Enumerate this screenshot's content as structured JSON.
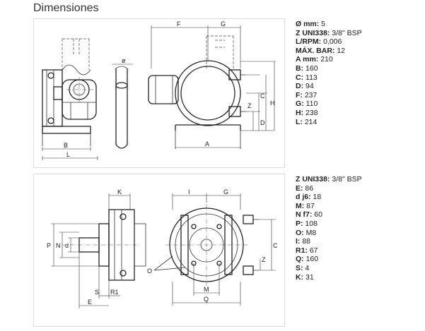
{
  "title": "Dimensiones",
  "panel1": {
    "labels": {
      "F": "F",
      "G": "G",
      "A": "A",
      "B": "B",
      "L": "L",
      "Z": "Z",
      "C": "C",
      "H": "H",
      "D": "D",
      "phi": "ø"
    },
    "specs": [
      {
        "key": "Ø mm:",
        "value": "5"
      },
      {
        "key": "Z UNI338:",
        "value": "3/8\" BSP"
      },
      {
        "key": "L/RPM:",
        "value": "0,006"
      },
      {
        "key": "MÁX. BAR:",
        "value": "12"
      },
      {
        "key": "A mm:",
        "value": "210"
      },
      {
        "key": "B:",
        "value": "160"
      },
      {
        "key": "C:",
        "value": "113"
      },
      {
        "key": "D:",
        "value": "94"
      },
      {
        "key": "F:",
        "value": "237"
      },
      {
        "key": "G:",
        "value": "110"
      },
      {
        "key": "H:",
        "value": "238"
      },
      {
        "key": "L:",
        "value": "214"
      }
    ]
  },
  "panel2": {
    "labels": {
      "K": "K",
      "I": "I",
      "G": "G",
      "P": "P",
      "N": "N",
      "d": "d",
      "S": "S",
      "R1": "R1",
      "E": "E",
      "O": "O",
      "M": "M",
      "Q": "Q",
      "C": "C",
      "Z": "Z"
    },
    "specs": [
      {
        "key": "Z UNI338:",
        "value": "3/8\" BSP"
      },
      {
        "key": "E:",
        "value": "86"
      },
      {
        "key": "d j6:",
        "value": "18"
      },
      {
        "key": "M:",
        "value": "87"
      },
      {
        "key": "N f7:",
        "value": "60"
      },
      {
        "key": "P:",
        "value": "108"
      },
      {
        "key": "O:",
        "value": "M8"
      },
      {
        "key": "I:",
        "value": "88"
      },
      {
        "key": "R1:",
        "value": "67"
      },
      {
        "key": "Q:",
        "value": "160"
      },
      {
        "key": "S:",
        "value": "4"
      },
      {
        "key": "K:",
        "value": "31"
      }
    ]
  }
}
